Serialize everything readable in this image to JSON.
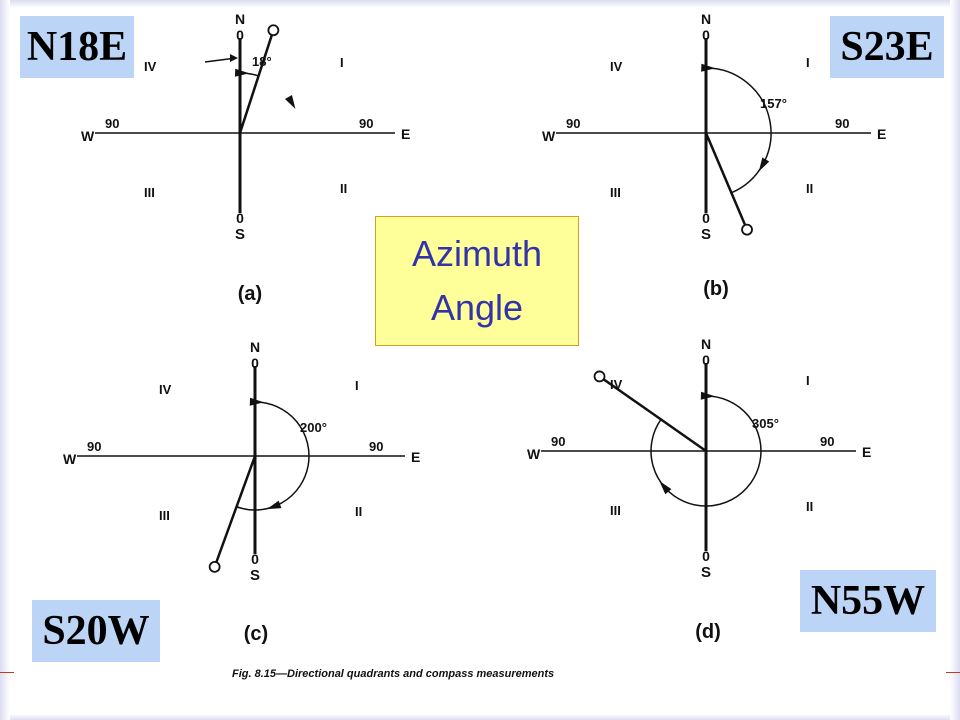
{
  "tags": {
    "a": "N18E",
    "b": "S23E",
    "c": "S20W",
    "d": "N55W"
  },
  "center_box": {
    "line1": "Azimuth",
    "line2": "Angle"
  },
  "diagrams": [
    {
      "id": "a",
      "label": "(a)",
      "azimuth_deg": 18,
      "angle_text": "18°",
      "north": "N",
      "north_val": "0",
      "south": "S",
      "south_val": "0",
      "east": "E",
      "east_val": "90",
      "west": "W",
      "west_val": "90",
      "q1": "I",
      "q2": "II",
      "q3": "III",
      "q4": "IV"
    },
    {
      "id": "b",
      "label": "(b)",
      "azimuth_deg": 157,
      "angle_text": "157°",
      "north": "N",
      "north_val": "0",
      "south": "S",
      "south_val": "0",
      "east": "E",
      "east_val": "90",
      "west": "W",
      "west_val": "90",
      "q1": "I",
      "q2": "II",
      "q3": "III",
      "q4": "IV"
    },
    {
      "id": "c",
      "label": "(c)",
      "azimuth_deg": 200,
      "angle_text": "200°",
      "north": "N",
      "north_val": "0",
      "south": "S",
      "south_val": "0",
      "east": "E",
      "east_val": "90",
      "west": "W",
      "west_val": "90",
      "q1": "I",
      "q2": "II",
      "q3": "III",
      "q4": "IV"
    },
    {
      "id": "d",
      "label": "(d)",
      "azimuth_deg": 305,
      "angle_text": "305°",
      "north": "N",
      "north_val": "0",
      "south": "S",
      "south_val": "0",
      "east": "E",
      "east_val": "90",
      "west": "W",
      "west_val": "90",
      "q1": "I",
      "q2": "II",
      "q3": "III",
      "q4": "IV"
    }
  ],
  "caption": "Fig. 8.15—Directional quadrants and compass measurements",
  "colors": {
    "tag_bg": "#bcd4f5",
    "box_bg": "#ffff99",
    "box_text": "#3333aa",
    "line": "#111111"
  }
}
